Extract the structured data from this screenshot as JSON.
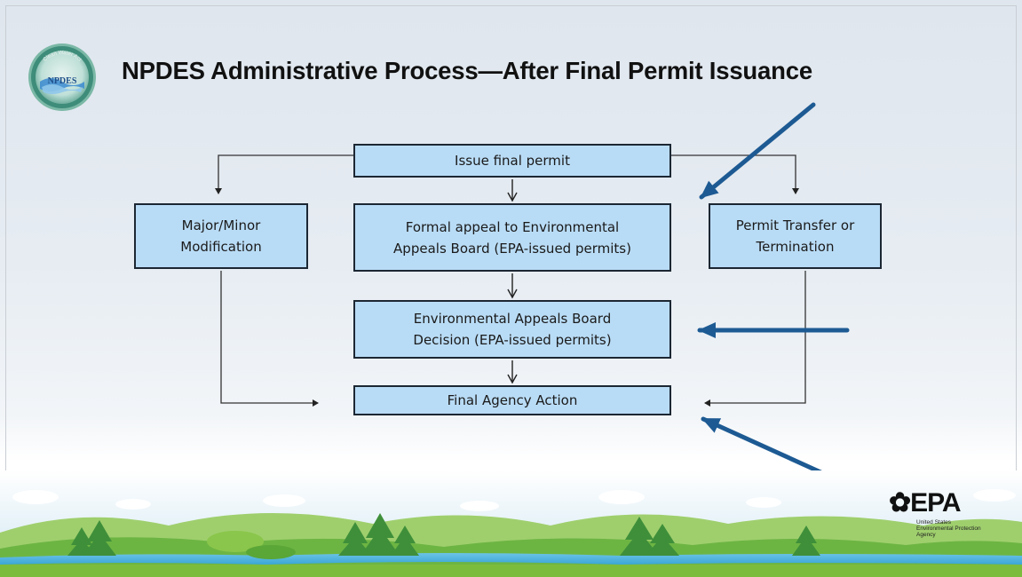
{
  "slide": {
    "title": "NPDES Administrative Process—After Final Permit Issuance"
  },
  "logo": {
    "text": "NPDES",
    "arc_text": "Clean Water Act",
    "icon": "npdes-seal-icon"
  },
  "flowchart": {
    "nodes": {
      "issue_final_permit": "Issue final permit",
      "formal_appeal": [
        "Formal appeal to Environmental",
        "Appeals Board (EPA-issued permits)"
      ],
      "eab_decision": [
        "Environmental Appeals Board",
        "Decision (EPA-issued permits)"
      ],
      "final_agency_action": "Final Agency Action",
      "major_minor_modification": [
        "Major/Minor",
        "Modification"
      ],
      "permit_transfer_termination": [
        "Permit Transfer or",
        "Termination"
      ]
    },
    "edges": [
      {
        "from": "issue_final_permit",
        "to": "formal_appeal"
      },
      {
        "from": "formal_appeal",
        "to": "eab_decision"
      },
      {
        "from": "eab_decision",
        "to": "final_agency_action"
      },
      {
        "from": "issue_final_permit",
        "to": "major_minor_modification"
      },
      {
        "from": "issue_final_permit",
        "to": "permit_transfer_termination"
      },
      {
        "from": "major_minor_modification",
        "to": "final_agency_action"
      },
      {
        "from": "permit_transfer_termination",
        "to": "final_agency_action"
      }
    ],
    "highlight_arrows": [
      {
        "points_to": "formal_appeal"
      },
      {
        "points_to": "eab_decision"
      },
      {
        "points_to": "final_agency_action"
      }
    ],
    "colors": {
      "box_fill": "#b9dcf6",
      "box_border": "#1c2733",
      "highlight_arrow": "#1d5a93"
    }
  },
  "footer": {
    "epa_logo": {
      "wordmark": "EPA",
      "lines": [
        "United States",
        "Environmental Protection",
        "Agency"
      ]
    }
  }
}
